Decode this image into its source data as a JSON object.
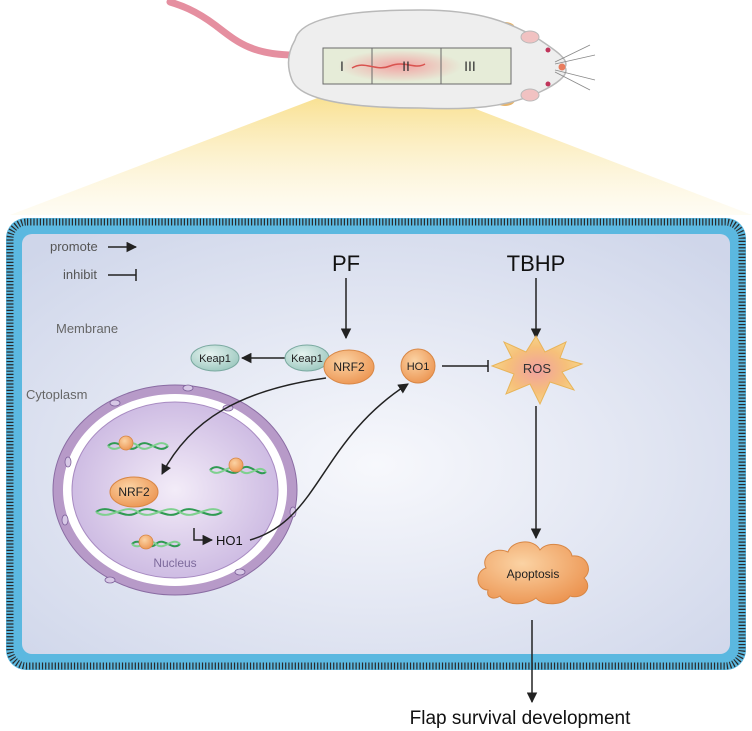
{
  "rat": {
    "zones": [
      "I",
      "II",
      "III"
    ]
  },
  "legend": {
    "promote": "promote",
    "inhibit": "inhibit"
  },
  "regions": {
    "membrane": "Membrane",
    "cytoplasm": "Cytoplasm",
    "nucleus": "Nucleus"
  },
  "nodes": {
    "pf": "PF",
    "tbhp": "TBHP",
    "keap1_free": "Keap1",
    "keap1_bound": "Keap1",
    "nrf2_cyto": "NRF2",
    "nrf2_nuc": "NRF2",
    "ho1_cyto": "HO1",
    "ho1_gene": "HO1",
    "ros": "ROS",
    "apoptosis": "Apoptosis"
  },
  "outcome": "Flap survival development",
  "colors": {
    "membrane_blue": "#5bb8e0",
    "membrane_dark": "#2c2c2c",
    "cell_fill": "#dfe4f1",
    "protein_orange": "#f2a661",
    "keap1_teal": "#bcdcd6",
    "nucleus_purple": "#c9b4d9",
    "dna_green": "#3aa85a",
    "ros_burst": "#f6c46a",
    "ros_center": "#ef8f8f",
    "rat_tail": "#e58fa0",
    "beam_yellow": "#f9e28d"
  }
}
